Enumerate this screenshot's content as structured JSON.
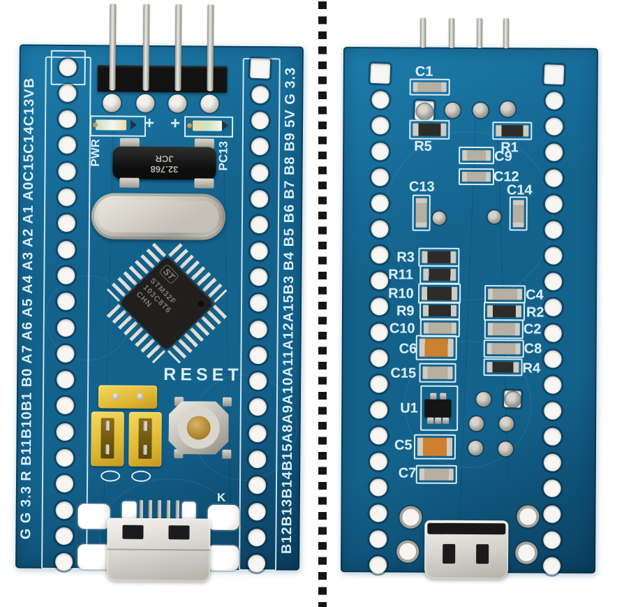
{
  "scene": {
    "description": "Two STM32 blue-pill development boards, front and back, separated by a dotted line on white background"
  },
  "left_board": {
    "side": "front",
    "pins_per_side": 20,
    "header_pins": 4,
    "left_pin_labels": "G G 3.3 R B11B10B1 B0 A7 A6 A5 A4 A3 A2 A1 A0C15C14C13VB",
    "right_pin_labels": "B12B13B14B15A8A9A10A11A12A15B3 B4 B5 B6 B7 B8 B9 5V G  3.3",
    "pwr_label": "PWR",
    "pc13_label": "PC13",
    "reset_label": "RESET",
    "plus_mark": "+",
    "k_label": "K",
    "rtc_line1": "32.768",
    "rtc_line2": "JCR",
    "mcu_logo": "ST",
    "mcu_line1": "STM32F",
    "mcu_line2": "103C8T6",
    "mcu_line3": "CHN"
  },
  "right_board": {
    "side": "back",
    "pins_per_side": 20,
    "header_pins": 4,
    "components": [
      {
        "ref": "C1"
      },
      {
        "ref": "R5"
      },
      {
        "ref": "R1"
      },
      {
        "ref": "C9"
      },
      {
        "ref": "C12"
      },
      {
        "ref": "C13"
      },
      {
        "ref": "C14"
      },
      {
        "ref": "R3"
      },
      {
        "ref": "R11"
      },
      {
        "ref": "R10"
      },
      {
        "ref": "R9"
      },
      {
        "ref": "C10"
      },
      {
        "ref": "C6"
      },
      {
        "ref": "C15"
      },
      {
        "ref": "C4"
      },
      {
        "ref": "R2"
      },
      {
        "ref": "C2"
      },
      {
        "ref": "C8"
      },
      {
        "ref": "R4"
      },
      {
        "ref": "U1"
      },
      {
        "ref": "C5"
      },
      {
        "ref": "C7"
      }
    ]
  },
  "colors": {
    "pcb_blue": "#13628c",
    "pcb_light": "#1d7cab",
    "pcb_dark": "#0b3f60",
    "silkscreen": "#d9edf6",
    "separator": "#151515",
    "jumper_yellow": "#e8c83f",
    "gold_button": "#b98a33",
    "capacitor_orange": "#cd8030",
    "hole_white": "#f7f6f2"
  }
}
